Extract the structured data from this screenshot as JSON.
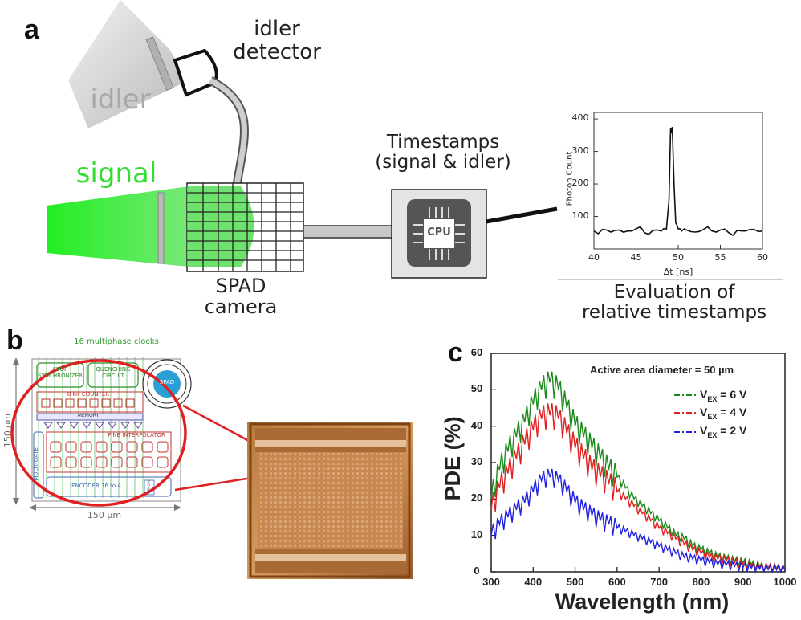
{
  "panels": {
    "a": "a",
    "b": "b",
    "c": "c"
  },
  "setup": {
    "idler_label": "idler",
    "idler_detector": [
      "idler",
      "detector"
    ],
    "signal_label": "signal",
    "spad_camera": [
      "SPAD",
      "camera"
    ],
    "timestamps": [
      "Timestamps",
      "(signal & idler)"
    ],
    "cpu_label": "CPU",
    "evaluation": [
      "Evaluation of",
      "relative timestamps"
    ]
  },
  "circuit": {
    "clocks_label": "16 multiphase clocks",
    "stop_sync": [
      "STOP",
      "SYNCHRONIZER"
    ],
    "quenching": [
      "QUENCHING",
      "CIRCUIT"
    ],
    "spad": "SPAD",
    "counter": "8 bit COUNTER",
    "memory": "MEMORY",
    "fine_interp": "FINE INTERPOLATOR",
    "multigate": "MULTI-GATE",
    "encoder": "ENCODER 16 to 4",
    "small_memory": "MEMORY",
    "dim_vertical": "150 µm",
    "dim_horizontal": "150 µm"
  },
  "colors": {
    "signal_green": "#33dd33",
    "idler_gray": "#aaaaaa",
    "circle_red": "#e02020",
    "spad_blue": "#2a9fd6"
  },
  "chart_data": [
    {
      "type": "line",
      "title": "",
      "xlabel": "Δt [ns]",
      "ylabel": "Photon Count",
      "xlim": [
        40,
        60
      ],
      "ylim": [
        0,
        420
      ],
      "xticks": [
        40,
        45,
        50,
        55,
        60
      ],
      "yticks": [
        100,
        200,
        300,
        400
      ],
      "series": [
        {
          "x": [
            40.0,
            41.0,
            42.0,
            43.0,
            44.0,
            45.0,
            46.0,
            47.0,
            48.0,
            48.6,
            48.9,
            49.1,
            49.3,
            49.5,
            49.7,
            50.0,
            50.4,
            51.0,
            52.0,
            53.0,
            54.0,
            55.0,
            56.0,
            57.0,
            58.0,
            59.0,
            60.0
          ],
          "y": [
            55,
            60,
            52,
            58,
            55,
            62,
            50,
            57,
            55,
            60,
            150,
            370,
            375,
            200,
            80,
            62,
            55,
            58,
            52,
            60,
            55,
            58,
            50,
            57,
            55,
            60,
            55
          ]
        }
      ]
    },
    {
      "type": "line",
      "title": "Active area diameter = 50 µm",
      "xlabel": "Wavelength (nm)",
      "ylabel": "PDE (%)",
      "xlim": [
        300,
        1000
      ],
      "ylim": [
        0,
        60
      ],
      "xticks": [
        300,
        400,
        500,
        600,
        700,
        800,
        900,
        1000
      ],
      "yticks": [
        0,
        10,
        20,
        30,
        40,
        50,
        60
      ],
      "x": [
        300,
        320,
        340,
        360,
        380,
        400,
        420,
        440,
        460,
        480,
        500,
        520,
        540,
        560,
        580,
        600,
        620,
        640,
        660,
        680,
        700,
        720,
        740,
        760,
        780,
        800,
        820,
        840,
        860,
        880,
        900,
        920,
        940,
        960,
        980,
        1000
      ],
      "series": [
        {
          "name": "V_EX = 6 V",
          "legend_main": "V",
          "legend_sub": "EX",
          "legend_rest": " = 6 V",
          "color": "#1a8a1a",
          "values": [
            20,
            28,
            33,
            37,
            41,
            46,
            50,
            52,
            50,
            45,
            40,
            37,
            34,
            31,
            28,
            26,
            23,
            20,
            18,
            16,
            14,
            12,
            10,
            9,
            7,
            6,
            5,
            4,
            3.5,
            3,
            2.5,
            2,
            1.5,
            1,
            1,
            0.5
          ]
        },
        {
          "name": "V_EX = 4 V",
          "legend_main": "V",
          "legend_sub": "EX",
          "legend_rest": " = 4 V",
          "color": "#e02020",
          "values": [
            17,
            23,
            27,
            31,
            35,
            39,
            42,
            43,
            42,
            38,
            34,
            31,
            28,
            26,
            24,
            22,
            20,
            18,
            16,
            14,
            12,
            10.5,
            9,
            7.5,
            6,
            5,
            4,
            3.5,
            3,
            2.5,
            2,
            1.5,
            1.2,
            1,
            0.8,
            0.5
          ]
        },
        {
          "name": "V_EX = 2 V",
          "legend_main": "V",
          "legend_sub": "EX",
          "legend_rest": " = 2 V",
          "color": "#2020e0",
          "values": [
            10,
            13,
            15,
            17,
            19,
            22,
            25,
            26,
            25,
            22,
            19,
            17,
            15.5,
            14,
            13,
            12,
            11,
            10,
            9,
            8,
            7,
            6,
            5,
            4,
            3.5,
            3,
            2.5,
            2,
            1.8,
            1.5,
            1.2,
            1,
            0.8,
            0.6,
            0.5,
            0.4
          ]
        }
      ]
    }
  ]
}
